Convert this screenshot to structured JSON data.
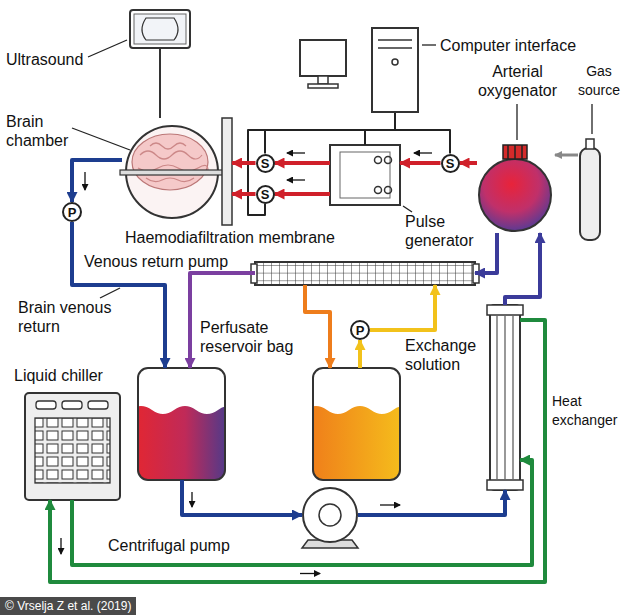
{
  "diagram": {
    "nodes": [
      {
        "text": [
          "Ultrasound"
        ]
      },
      {
        "text": [
          "Computer interface"
        ]
      },
      {
        "text": [
          "Brain chamber"
        ]
      },
      {
        "text": [
          "S"
        ]
      },
      {
        "text": [
          "Pulse generator"
        ]
      },
      {
        "text": [
          "S"
        ]
      },
      {
        "text": [
          "Arterial oxygenator"
        ]
      },
      {
        "text": [
          "Gas source"
        ]
      },
      {
        "text": [
          "S"
        ]
      },
      {
        "text": [
          "P",
          "Venous return pump"
        ]
      },
      {
        "text": [
          "Haemodiafiltration membrane"
        ]
      },
      {
        "text": [
          "P"
        ]
      },
      {
        "text": [
          "Perfusate reservoir bag"
        ]
      },
      {
        "text": [
          "Exchange solution"
        ]
      },
      {
        "text": [
          "Heat exchanger"
        ]
      },
      {
        "text": [
          "Liquid chiller"
        ]
      },
      {
        "text": [
          "Centrifugal pump"
        ]
      }
    ],
    "edges": [
      {
        "from": 0,
        "to": 2,
        "arrow": "none"
      },
      {
        "from": 1,
        "to": 3,
        "arrow": "none"
      },
      {
        "from": 1,
        "to": 4,
        "arrow": "none"
      },
      {
        "from": 1,
        "to": 5,
        "arrow": "none"
      },
      {
        "from": 1,
        "to": 8,
        "arrow": "none"
      },
      {
        "from": 7,
        "to": 6,
        "arrow": "to"
      },
      {
        "from": 6,
        "to": 5,
        "arrow": "to"
      },
      {
        "from": 5,
        "to": 4,
        "arrow": "to"
      },
      {
        "from": 4,
        "to": 3,
        "arrow": "to"
      },
      {
        "from": 4,
        "to": 8,
        "arrow": "to"
      },
      {
        "from": 3,
        "to": 2,
        "arrow": "to"
      },
      {
        "from": 8,
        "to": 2,
        "arrow": "to"
      },
      {
        "from": 2,
        "to": 9,
        "arrow": "to"
      },
      {
        "from": 9,
        "to": 12,
        "arrow": "to"
      },
      {
        "from": 12,
        "to": 16,
        "arrow": "to"
      },
      {
        "from": 16,
        "to": 14,
        "arrow": "to"
      },
      {
        "from": 14,
        "to": 6,
        "arrow": "to"
      },
      {
        "from": 6,
        "to": 10,
        "arrow": "to"
      },
      {
        "from": 10,
        "to": 12,
        "arrow": "to"
      },
      {
        "from": 13,
        "to": 11,
        "arrow": "to"
      },
      {
        "from": 11,
        "to": 10,
        "arrow": "to"
      },
      {
        "from": 10,
        "to": 13,
        "arrow": "to"
      },
      {
        "from": 15,
        "to": 14,
        "arrow": "to"
      },
      {
        "from": 14,
        "to": 15,
        "arrow": "to"
      }
    ],
    "labels": [
      "Brain venous return",
      "© Vrselja Z et al. (2019)"
    ]
  }
}
